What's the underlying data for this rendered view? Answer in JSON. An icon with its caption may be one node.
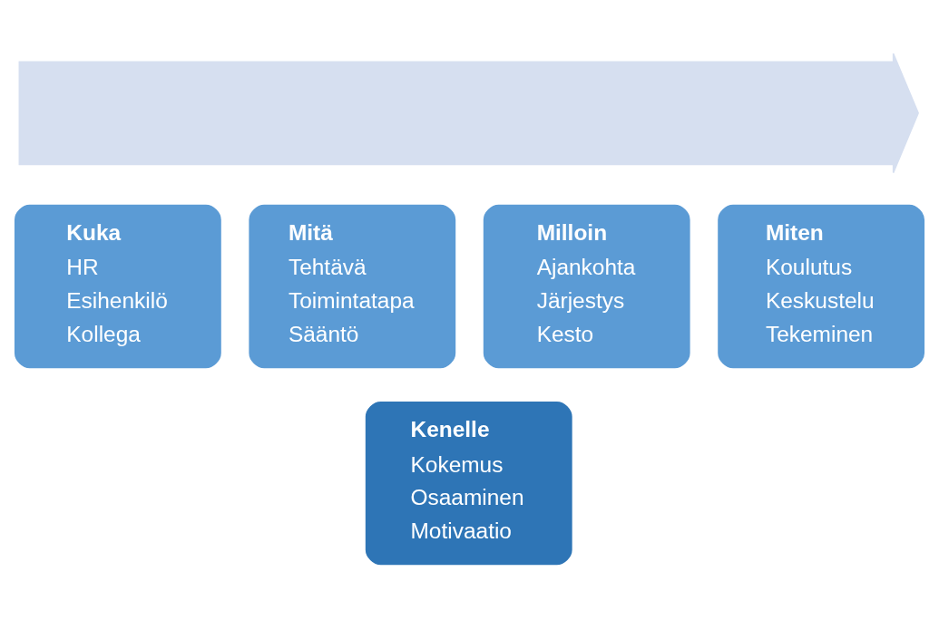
{
  "diagram": {
    "nodes": [
      {
        "text": [],
        "shape": "arrow"
      },
      {
        "text": [
          "Kuka",
          "HR",
          "Esihenkilö",
          "Kollega"
        ]
      },
      {
        "text": [
          "Mitä",
          "Tehtävä",
          "Toimintatapa",
          "Sääntö"
        ]
      },
      {
        "text": [
          "Milloin",
          "Ajankohta",
          "Järjestys",
          "Kesto"
        ]
      },
      {
        "text": [
          "Miten",
          "Koulutus",
          "Keskustelu",
          "Tekeminen"
        ]
      },
      {
        "text": [
          "Kenelle",
          "Kokemus",
          "Osaaminen",
          "Motivaatio"
        ]
      }
    ],
    "edges": []
  }
}
